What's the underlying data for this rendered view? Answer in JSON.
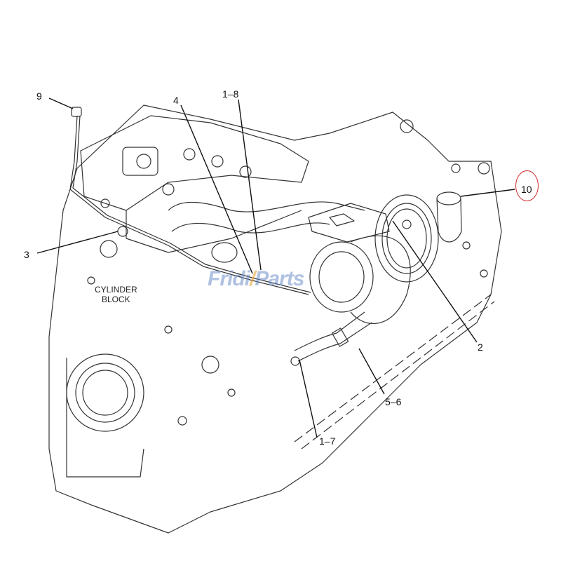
{
  "diagram": {
    "type": "exploded parts illustration",
    "subject": "Engine cylinder block with turbocharger assembly",
    "block_label_line1": "CYLINDER",
    "block_label_line2": "BLOCK",
    "watermark": {
      "left": "Fridi",
      "slash": "/",
      "right": "Parts"
    },
    "highlight_color": "#d0262a",
    "callouts": [
      {
        "id": "9",
        "label": "9"
      },
      {
        "id": "4",
        "label": "4"
      },
      {
        "id": "1-8",
        "label": "1–8"
      },
      {
        "id": "3",
        "label": "3"
      },
      {
        "id": "10",
        "label": "10",
        "highlighted": true
      },
      {
        "id": "2",
        "label": "2"
      },
      {
        "id": "5-6",
        "label": "5–6"
      },
      {
        "id": "1-7",
        "label": "1–7"
      }
    ]
  }
}
